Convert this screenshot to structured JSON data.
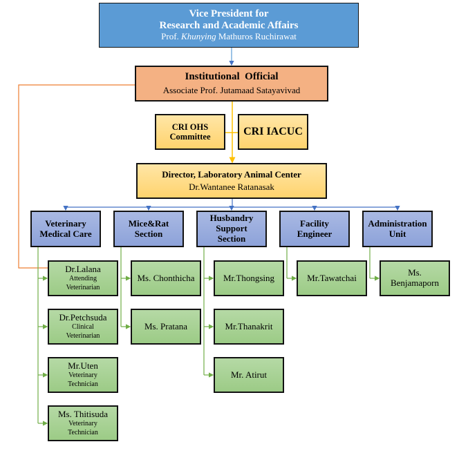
{
  "vice_president": {
    "title_line1": "Vice President for",
    "title_line2": "Research and Academic Affairs",
    "name_prefix": "Prof.",
    "name_italic": "Khunying",
    "name_rest": "Mathuros Ruchirawat"
  },
  "institutional_official": {
    "title": "Institutional  Official",
    "name": "Associate Prof. Jutamaad Satayavivad"
  },
  "committees": {
    "ohs_line1": "CRI OHS",
    "ohs_line2": "Committee",
    "iacuc": "CRI IACUC"
  },
  "director": {
    "title": "Director, Laboratory Animal Center",
    "name": "Dr.Wantanee Ratanasak"
  },
  "sections": [
    {
      "line1": "Veterinary",
      "line2": "Medical Care",
      "staff": [
        {
          "name": "Dr.Lalana",
          "role1": "Attending",
          "role2": "Veterinarian"
        },
        {
          "name": "Dr.Petchsuda",
          "role1": "Clinical",
          "role2": "Veterinarian"
        },
        {
          "name": "Mr.Uten",
          "role1": "Veterinary",
          "role2": "Technician"
        },
        {
          "name": "Ms. Thitisuda",
          "role1": "Veterinary",
          "role2": "Technician"
        }
      ]
    },
    {
      "line1": "Mice&Rat",
      "line2": "Section",
      "staff": [
        {
          "name": "Ms. Chonthicha"
        },
        {
          "name": "Ms. Pratana"
        }
      ]
    },
    {
      "line1": "Husbandry",
      "line2": "Support",
      "line3": "Section",
      "staff": [
        {
          "name": "Mr.Thongsing"
        },
        {
          "name": "Mr.Thanakrit"
        },
        {
          "name": "Mr. Atirut"
        }
      ]
    },
    {
      "line1": "Facility",
      "line2": "Engineer",
      "staff": [
        {
          "name": "Mr.Tawatchai"
        }
      ]
    },
    {
      "line1": "Administration",
      "line2": "Unit",
      "staff": [
        {
          "name": "Ms.",
          "name2": "Benjamaporn"
        }
      ]
    }
  ],
  "colors": {
    "vp": "#5b9bd5",
    "official": "#f4b183",
    "committee": "#ffd966",
    "section": "#8ea9db",
    "staff": "#a9d18e",
    "line_blue": "#4472c4",
    "line_orange": "#ed7d31",
    "line_yellow": "#ffc000",
    "line_green": "#70ad47"
  }
}
